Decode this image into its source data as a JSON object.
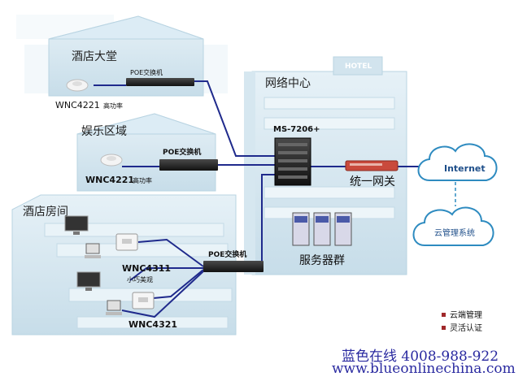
{
  "zones": {
    "lobby": "酒店大堂",
    "entertainment": "娱乐区域",
    "rooms": "酒店房间",
    "network_center": "网络中心"
  },
  "devices": {
    "poe_switch_1": "POE交换机",
    "poe_switch_2": "POE交换机",
    "poe_switch_3": "POE交换机",
    "ap_lobby": "WNC4221",
    "ap_lobby_note": "高功率",
    "ap_ent": "WNC4221",
    "ap_ent_note": "高功率",
    "ap_room1": "WNC4311",
    "ap_room1_note": "小巧美观",
    "ap_room2": "WNC4321",
    "core_switch": "MS-7206+",
    "gateway": "统一网关",
    "servers": "服务器群",
    "building_sign": "HOTEL"
  },
  "cloud": {
    "internet": "Internet",
    "mgmt": "云管理系统"
  },
  "legend": [
    {
      "label": "云端管理",
      "color": "#a0282a"
    },
    {
      "label": "灵活认证",
      "color": "#a0282a"
    }
  ],
  "footer": {
    "line1": "蓝色在线 4008-988-922",
    "line2": "www.blueonlinechina.com"
  },
  "colors": {
    "wire": "#1f2a8c",
    "building": "#cfe3ee",
    "building_edge": "#a9c9da",
    "cloud": "#2e8bc0"
  }
}
